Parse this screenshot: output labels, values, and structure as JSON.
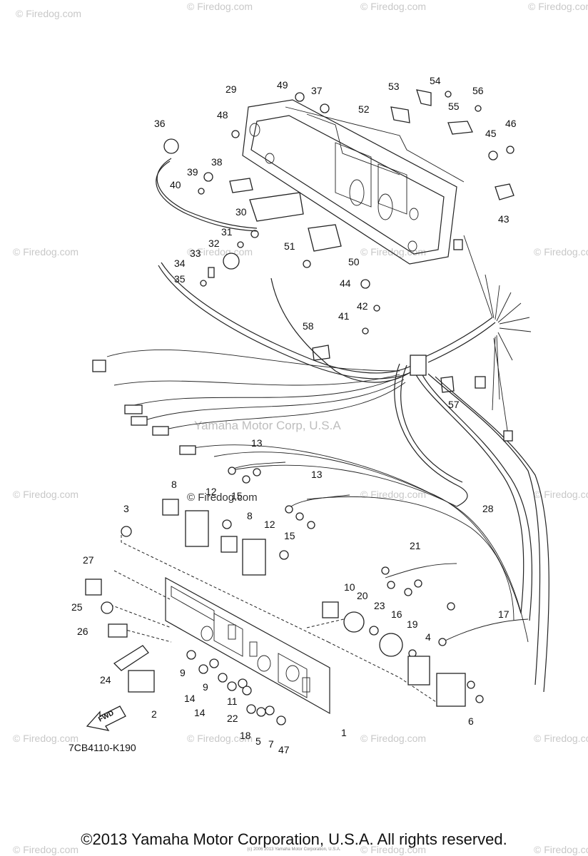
{
  "watermarks": [
    "© Firedog.com",
    "© Firedog.com",
    "© Firedog.com",
    "© Firedog.com",
    "© Firedog.com",
    "© Firedog.com",
    "© Firedog.com",
    "© Firedog.com",
    "© Firedog.com",
    "© Firedog.com",
    "© Firedog.com",
    "© Firedog.com",
    "© Firedog.com",
    "© Firedog.com",
    "© Firedog.com",
    "© Firedog.com",
    "© Firedog.com",
    "© Firedog.com"
  ],
  "center_watermark_1": "Yamaha Motor Corp, U.S.A",
  "center_watermark_2": "© Firedog.com",
  "callouts": [
    "1",
    "2",
    "3",
    "4",
    "5",
    "6",
    "7",
    "8",
    "8",
    "9",
    "9",
    "10",
    "11",
    "12",
    "12",
    "13",
    "13",
    "14",
    "14",
    "15",
    "15",
    "16",
    "17",
    "18",
    "19",
    "20",
    "21",
    "22",
    "23",
    "24",
    "25",
    "26",
    "27",
    "28",
    "29",
    "30",
    "31",
    "32",
    "33",
    "34",
    "35",
    "36",
    "37",
    "38",
    "39",
    "40",
    "41",
    "42",
    "43",
    "44",
    "45",
    "46",
    "47",
    "48",
    "49",
    "50",
    "51",
    "52",
    "53",
    "54",
    "55",
    "56",
    "57",
    "58"
  ],
  "fwd_label": "FWD",
  "part_code": "7CB4110-K190",
  "copyright": "©2013 Yamaha Motor Corporation, U.S.A. All rights reserved.",
  "copyright_small": "(c) 2006 2013 Yamaha Motor Corporation, U.S.A."
}
